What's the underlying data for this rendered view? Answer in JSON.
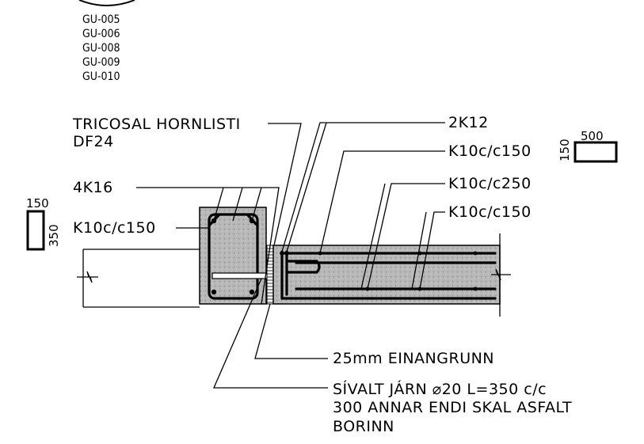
{
  "refs": [
    "GU-005",
    "GU-006",
    "GU-008",
    "GU-009",
    "GU-010"
  ],
  "labels": {
    "tricosal_line1": "TRICOSAL  HORNLISTI",
    "tricosal_line2": "DF24",
    "rebar_2k12": "2K12",
    "rebar_k10c150_top": "K10c/c150",
    "rebar_k10c250": "K10c/c250",
    "rebar_k10c150_mid": "K10c/c150",
    "rebar_4k16": "4K16",
    "rebar_k10c150_left": "K10c/c150",
    "insulation": "25mm  EINANGRUNN",
    "dowel_line1": "SÍVALT  JÁRN  ⌀20  L=350  c/c",
    "dowel_line2": "300  ANNAR  ENDI  SKAL  ASFALT",
    "dowel_line3": "BORINN"
  },
  "section_beam": {
    "width": "150",
    "height": "350"
  },
  "section_slab": {
    "width": "500",
    "height": "150"
  },
  "colors": {
    "line": "#000000",
    "hatch": "#b3b3b3",
    "background": "#ffffff"
  }
}
